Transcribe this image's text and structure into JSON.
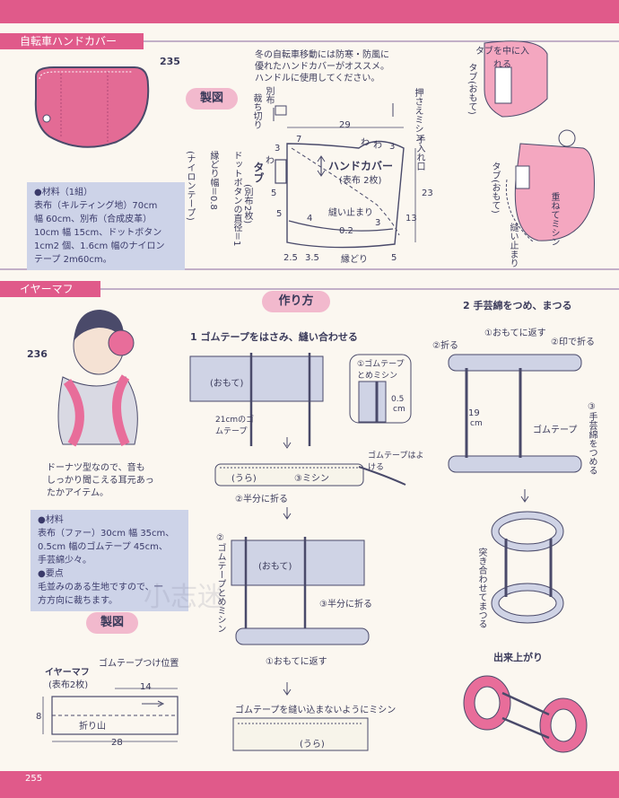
{
  "section1": {
    "title": "自転車ハンドカバー",
    "number": "235",
    "intro": [
      "冬の自転車移動には防寒・防風に",
      "優れたハンドカバーがオススメ。",
      "ハンドルに使用してください。"
    ],
    "seizu_label": "製図",
    "materials": [
      "●材料（1組）",
      "表布（キルティング地）70cm",
      "幅 60cm、別布（合成皮革）",
      "10cm 幅 15cm、ドットボタン",
      "1cm2 個、1.6cm 幅のナイロン",
      "テープ 2m60cm。"
    ],
    "pattern": {
      "title": "ハンドカバー",
      "sub": "(表布 2枚)",
      "dim_29": "29",
      "dim_23": "23",
      "dim_7": "7",
      "dim_13": "13",
      "dim_3a": "3",
      "dim_3b": "3",
      "dim_3c": "3",
      "dim_5a": "5",
      "dim_5b": "5",
      "dim_5c": "5",
      "dim_4": "4",
      "dim_02": "0.2",
      "dim_25": "2.5",
      "dim_35": "3.5",
      "wa1": "わ",
      "wa2": "わ",
      "wa3": "わ",
      "nuidomari": "縫い止まり",
      "fuchidori": "縁どり",
      "tab": "タブ",
      "tab_sub": "(別布2枚)",
      "irekuchi": "手入れ口",
      "betsununo": "別布",
      "osae": "押さえミシン",
      "saisetsu": "裁ち切り",
      "button_note": "ドットボタンの直径＝1",
      "fuchi_note": "縁どり幅＝0.8",
      "tape_note": "(ナイロンテープ)"
    },
    "detail": {
      "tab_in": "タブを中に入れる",
      "tab_omote": "タブ(おもて)",
      "tab_omote2": "タブ(おもて)",
      "kasanete": "重ねてミシン",
      "nuidomari": "縫い止まり"
    }
  },
  "section2": {
    "title": "イヤーマフ",
    "number": "236",
    "caption": [
      "ドーナツ型なので、音も",
      "しっかり聞こえる耳元あっ",
      "たかアイテム。"
    ],
    "materials": [
      "●材料",
      "表布（ファー）30cm 幅 35cm、",
      "0.5cm 幅のゴムテープ 45cm、",
      "手芸綿少々。",
      "●要点",
      "毛並みのある生地ですので、一",
      "方方向に裁ちます。"
    ],
    "seizu_label": "製図",
    "pattern": {
      "name": "イヤーマフ",
      "sub": "(表布2枚)",
      "gomu_pos": "ゴムテープつけ位置",
      "dim_14": "14",
      "dim_8": "8",
      "dim_28": "28",
      "orimaki": "折り山"
    },
    "howto_label": "作り方",
    "step1": {
      "title": "1 ゴムテープをはさみ、縫い合わせる",
      "omote": "(おもて)",
      "gomu_tape": "21cmのゴムテープ",
      "tome": "①ゴムテープとめミシン",
      "dim_05": "0.5",
      "dim_cm": "cm",
      "ura": "(うら)",
      "mishin": "③ミシン",
      "hanbun": "②半分に折る",
      "yokeru": "ゴムテープはよける",
      "omote2": "(おもて)",
      "tome2": "②ゴムテープとめミシン",
      "hanbun2": "③半分に折る",
      "omote_kaesu": "①おもてに返す",
      "nuikomanai": "ゴムテープを縫い込まないようにミシン",
      "ura2": "(うら)"
    },
    "step2": {
      "title": "2 手芸綿をつめ、まつる",
      "omote_kaesu": "①おもてに返す",
      "oru": "②折る",
      "shirushi": "②印で折る",
      "dim_19": "19",
      "dim_cm": "cm",
      "gomu": "ゴムテープ",
      "wata": "③手芸綿をつめる",
      "tsukiawase": "突き合わせてまつる"
    },
    "finished": "出来上がり"
  },
  "page_number": "255",
  "watermark": "小志迷"
}
